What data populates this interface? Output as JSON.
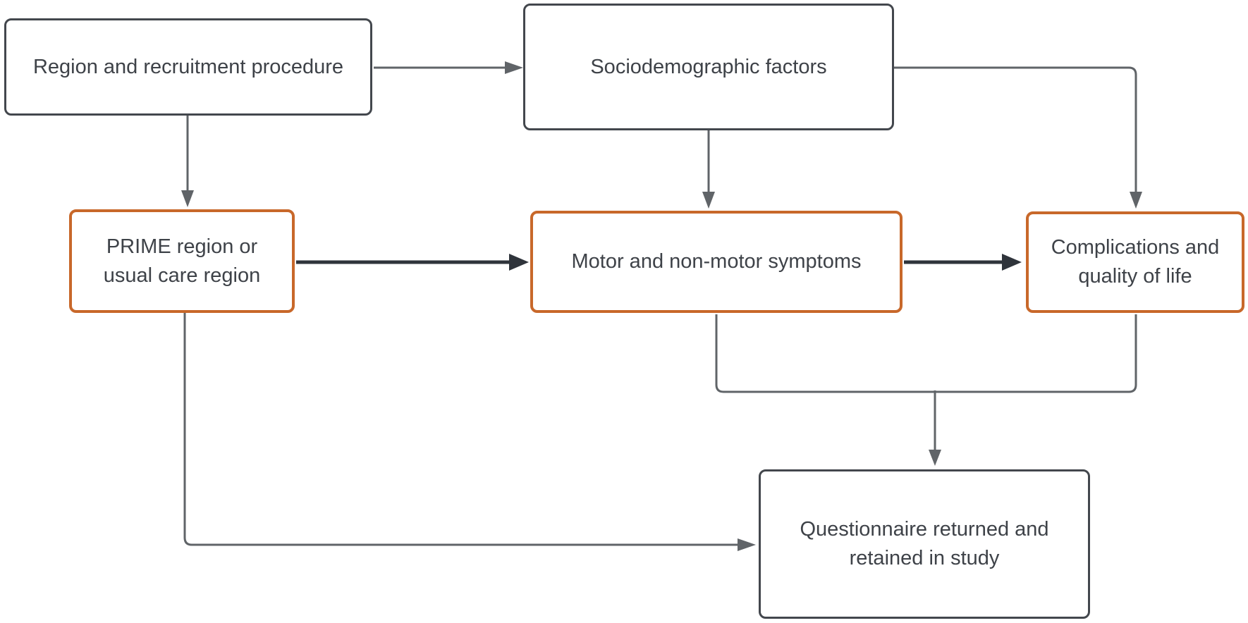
{
  "diagram": {
    "kind": "flowchart",
    "background": "#ffffff"
  },
  "colors": {
    "accent_border": "#c8682a",
    "default_border": "#43474d",
    "connector": "#606468",
    "emphasis_connector": "#2f343b",
    "text": "#3e4248",
    "box_fill": "#ffffff"
  },
  "boxes": {
    "region_recruitment": {
      "style": "dark-outline",
      "lines": [
        "Region and recruitment procedure"
      ]
    },
    "sociodemographic": {
      "style": "dark-outline",
      "lines": [
        "Sociodemographic factors"
      ]
    },
    "prime_region": {
      "style": "orange-outline",
      "lines": [
        "PRIME region or",
        "usual care region"
      ]
    },
    "motor_symptoms": {
      "style": "orange-outline",
      "lines": [
        "Motor and non-motor symptoms"
      ]
    },
    "complications": {
      "style": "orange-outline",
      "lines": [
        "Complications and",
        "quality of life"
      ]
    },
    "questionnaire": {
      "style": "dark-outline",
      "lines": [
        "Questionnaire returned and",
        "retained in study"
      ]
    }
  },
  "edges": [
    {
      "from": "region_recruitment",
      "to": "sociodemographic",
      "emphasis": false
    },
    {
      "from": "region_recruitment",
      "to": "prime_region",
      "emphasis": false
    },
    {
      "from": "sociodemographic",
      "to": "motor_symptoms",
      "emphasis": false
    },
    {
      "from": "sociodemographic",
      "to": "complications",
      "emphasis": false
    },
    {
      "from": "prime_region",
      "to": "motor_symptoms",
      "emphasis": true
    },
    {
      "from": "motor_symptoms",
      "to": "complications",
      "emphasis": true
    },
    {
      "from": "motor_symptoms",
      "to": "questionnaire",
      "emphasis": false
    },
    {
      "from": "complications",
      "to": "questionnaire",
      "emphasis": false
    },
    {
      "from": "prime_region",
      "to": "questionnaire",
      "emphasis": false
    }
  ]
}
